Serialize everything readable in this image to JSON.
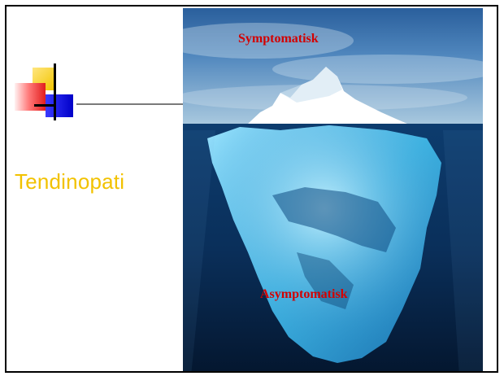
{
  "slide": {
    "title": "Tendinopati",
    "image_labels": {
      "above_water": "Symptomatisk",
      "below_water": "Asymptomatisk"
    }
  },
  "colors": {
    "title": "#f2c200",
    "label": "#d30000",
    "sky": "#4f86bd",
    "ocean": "#0a2f5a",
    "ice": "#4fc4ea"
  },
  "icons": [
    "iceberg-photo",
    "logo-squares"
  ]
}
